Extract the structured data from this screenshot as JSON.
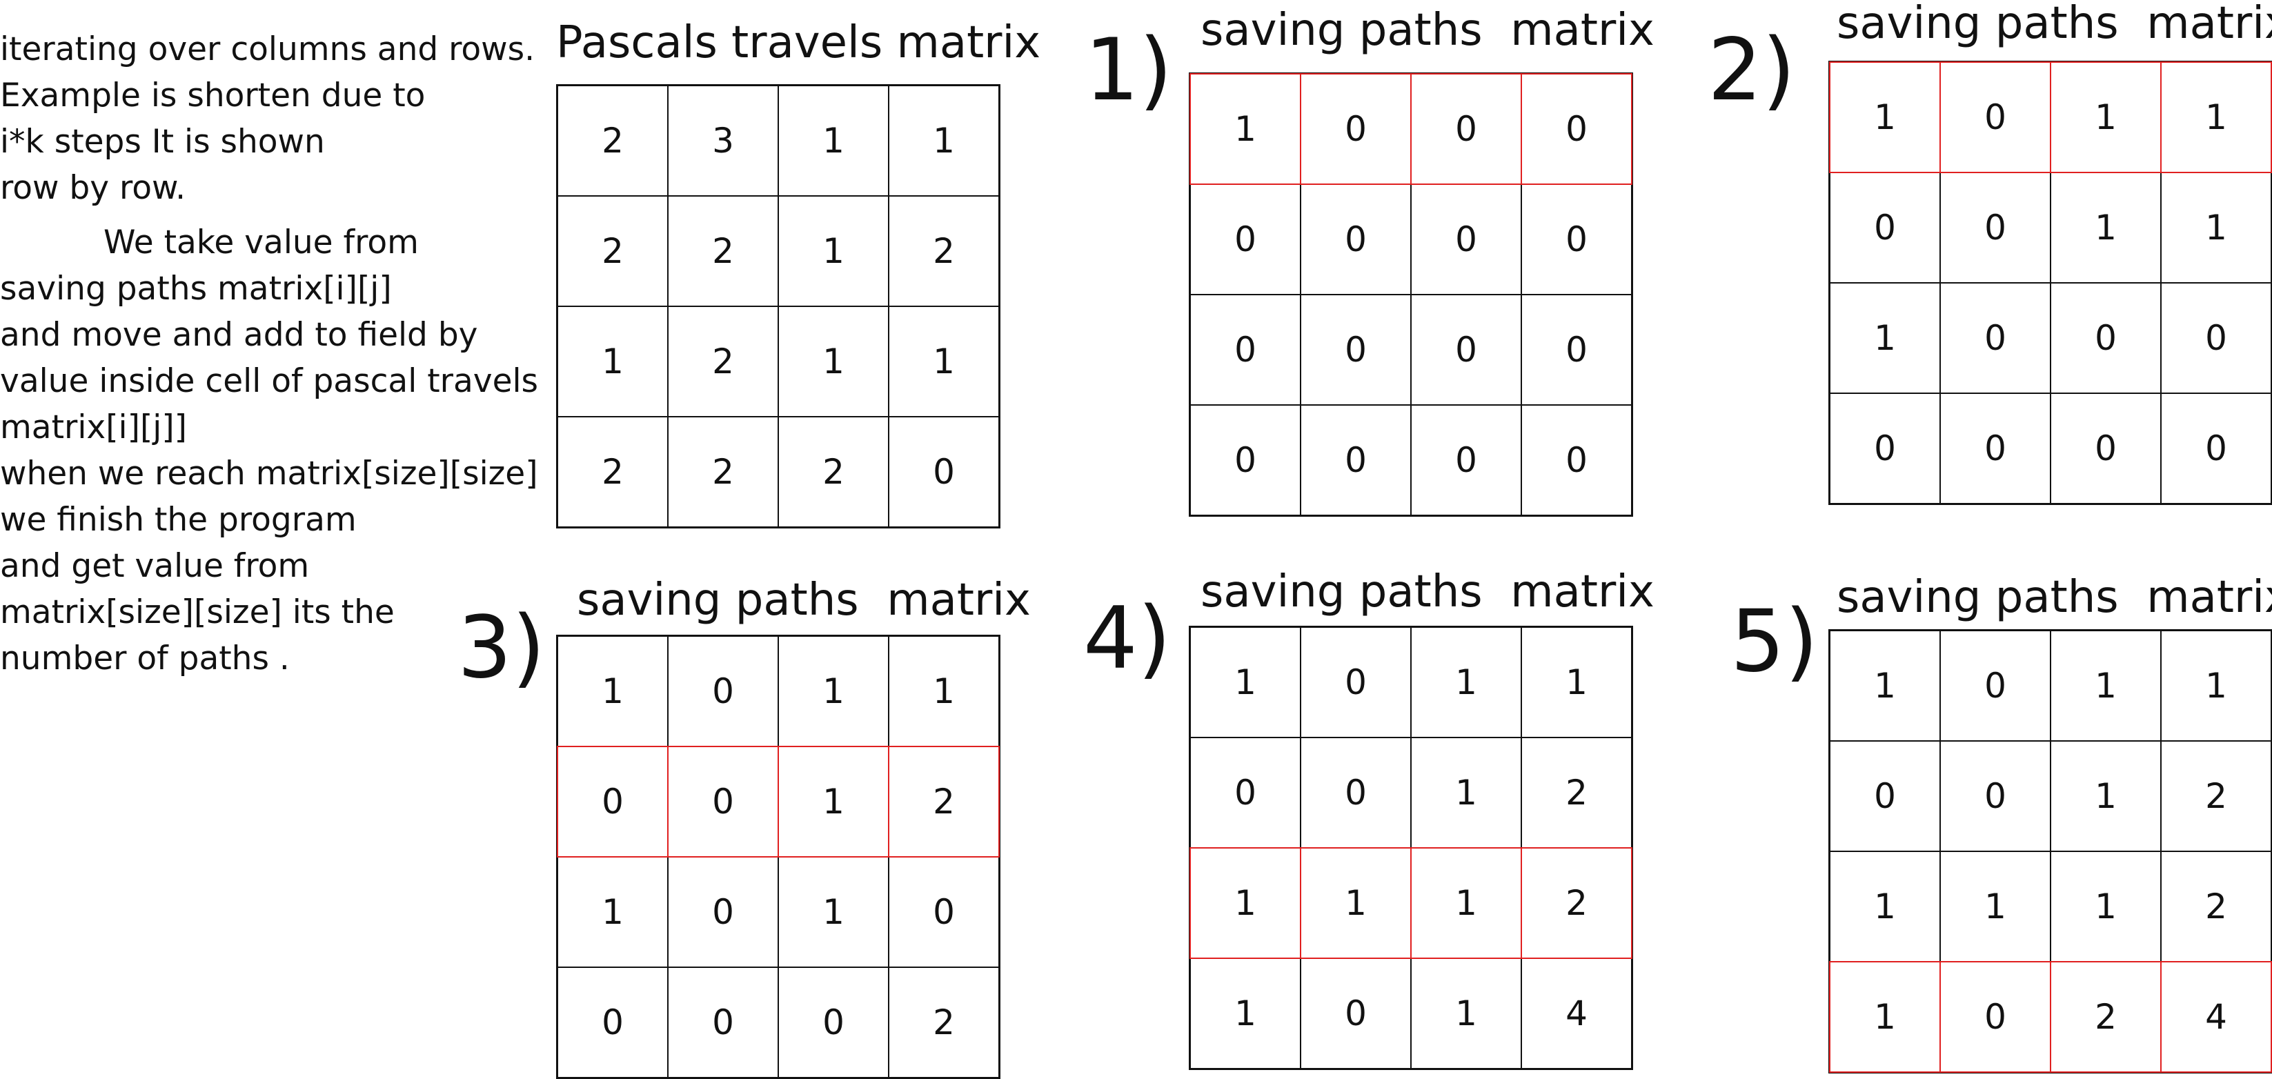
{
  "explanation": {
    "lines": [
      "iterating over columns and rows.",
      "Example is shorten due to",
      "i*k steps It is shown",
      "row by row."
    ],
    "lines2": [
      "We take value from",
      "saving paths matrix[i][j]",
      "and move and add to field by",
      "value inside cell of pascal travels",
      "matrix[i][j]]",
      "when we reach matrix[size][size]",
      "we finish the program",
      "and get value from",
      "matrix[size][size] its the",
      "number of paths ."
    ]
  },
  "highlight_color": "#e02020",
  "grid_color": "#111111",
  "matrices": [
    {
      "id": "pascal",
      "step": "",
      "title": "Pascals travels matrix",
      "highlight_row": -1,
      "rows": [
        [
          "2",
          "3",
          "1",
          "1"
        ],
        [
          "2",
          "2",
          "1",
          "2"
        ],
        [
          "1",
          "2",
          "1",
          "1"
        ],
        [
          "2",
          "2",
          "2",
          "0"
        ]
      ]
    },
    {
      "id": "step1",
      "step": "1)",
      "title": "saving paths  matrix",
      "highlight_row": 0,
      "rows": [
        [
          "1",
          "0",
          "0",
          "0"
        ],
        [
          "0",
          "0",
          "0",
          "0"
        ],
        [
          "0",
          "0",
          "0",
          "0"
        ],
        [
          "0",
          "0",
          "0",
          "0"
        ]
      ]
    },
    {
      "id": "step2",
      "step": "2)",
      "title": "saving paths  matrix",
      "highlight_row": 0,
      "rows": [
        [
          "1",
          "0",
          "1",
          "1"
        ],
        [
          "0",
          "0",
          "1",
          "1"
        ],
        [
          "1",
          "0",
          "0",
          "0"
        ],
        [
          "0",
          "0",
          "0",
          "0"
        ]
      ]
    },
    {
      "id": "step3",
      "step": "3)",
      "title": "saving paths  matrix",
      "highlight_row": 1,
      "rows": [
        [
          "1",
          "0",
          "1",
          "1"
        ],
        [
          "0",
          "0",
          "1",
          "2"
        ],
        [
          "1",
          "0",
          "1",
          "0"
        ],
        [
          "0",
          "0",
          "0",
          "2"
        ]
      ]
    },
    {
      "id": "step4",
      "step": "4)",
      "title": "saving paths  matrix",
      "highlight_row": 2,
      "rows": [
        [
          "1",
          "0",
          "1",
          "1"
        ],
        [
          "0",
          "0",
          "1",
          "2"
        ],
        [
          "1",
          "1",
          "1",
          "2"
        ],
        [
          "1",
          "0",
          "1",
          "4"
        ]
      ]
    },
    {
      "id": "step5",
      "step": "5)",
      "title": "saving paths  matrix",
      "highlight_row": 3,
      "rows": [
        [
          "1",
          "0",
          "1",
          "1"
        ],
        [
          "0",
          "0",
          "1",
          "2"
        ],
        [
          "1",
          "1",
          "1",
          "2"
        ],
        [
          "1",
          "0",
          "2",
          "4"
        ]
      ]
    }
  ]
}
